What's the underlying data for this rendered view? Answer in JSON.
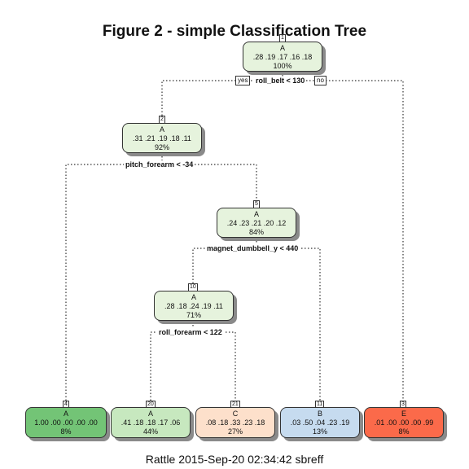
{
  "title": "Figure 2 - simple Classification Tree",
  "footer": "Rattle 2015-Sep-20 02:34:42 sbreff",
  "branch_labels": {
    "yes": "yes",
    "no": "no"
  },
  "colors": {
    "A_light": "#e6f3dd",
    "A_mid": "#c7e8bf",
    "A_strong": "#73c476",
    "B": "#c6dbef",
    "C": "#fde0cb",
    "E": "#fb6a4a"
  },
  "nodes": {
    "n1": {
      "num": "1",
      "cls": "A",
      "probs": ".28  .19  .17  .16  .18",
      "pct": "100%"
    },
    "n2": {
      "num": "2",
      "cls": "A",
      "probs": ".31  .21  .19  .18  .11",
      "pct": "92%"
    },
    "n5": {
      "num": "5",
      "cls": "A",
      "probs": ".24  .23  .21  .20  .12",
      "pct": "84%"
    },
    "n10": {
      "num": "10",
      "cls": "A",
      "probs": ".28  .18  .24  .19  .11",
      "pct": "71%"
    },
    "n4": {
      "num": "4",
      "cls": "A",
      "probs": "1.00  .00  .00  .00  .00",
      "pct": "8%"
    },
    "n20": {
      "num": "20",
      "cls": "A",
      "probs": ".41  .18  .18  .17  .06",
      "pct": "44%"
    },
    "n21": {
      "num": "21",
      "cls": "C",
      "probs": ".08  .18  .33  .23  .18",
      "pct": "27%"
    },
    "n11": {
      "num": "11",
      "cls": "B",
      "probs": ".03  .50  .04  .23  .19",
      "pct": "13%"
    },
    "n3": {
      "num": "3",
      "cls": "E",
      "probs": ".01  .00  .00  .00  .99",
      "pct": "8%"
    }
  },
  "splits": {
    "s1": "roll_belt < 130",
    "s2": "pitch_forearm < -34",
    "s5": "magnet_dumbbell_y < 440",
    "s10": "roll_forearm < 122"
  }
}
